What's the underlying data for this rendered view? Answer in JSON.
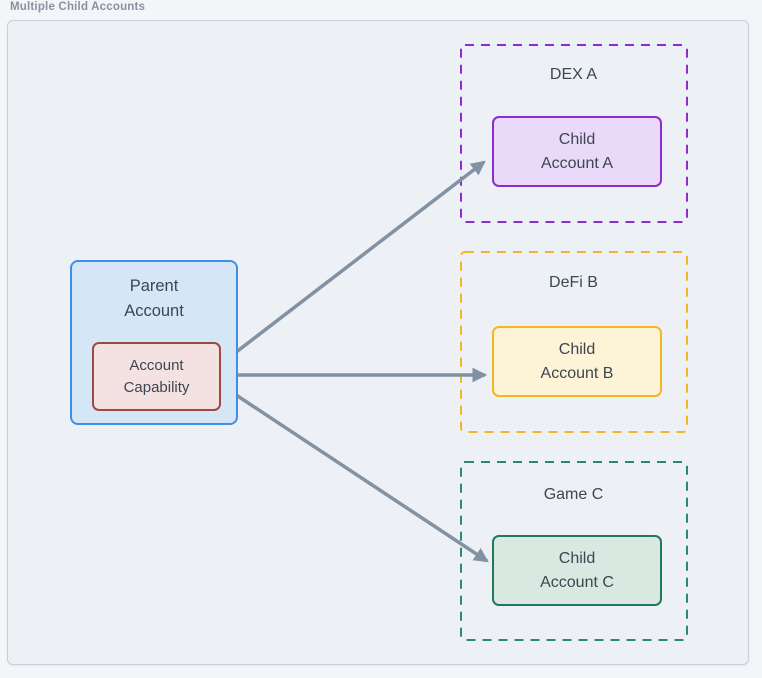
{
  "page_title": "Multiple Child Accounts",
  "parent_node": {
    "label_lines": [
      "Parent",
      "Account"
    ],
    "fill": "#d5e6f7",
    "border": "#3f8fe8",
    "capability": {
      "label_lines": [
        "Account",
        "Capability"
      ],
      "fill": "#f4e1e1",
      "border": "#9b4a46"
    }
  },
  "child_groups": [
    {
      "title": "DEX A",
      "child_label_lines": [
        "Child",
        "Account A"
      ],
      "accent": "#8d2bd6",
      "child_fill": "#ead9f8",
      "child_border": "#8d2bd6"
    },
    {
      "title": "DeFi B",
      "child_label_lines": [
        "Child",
        "Account B"
      ],
      "accent": "#f2b824",
      "child_fill": "#fdf3d6",
      "child_border": "#f2b824"
    },
    {
      "title": "Game C",
      "child_label_lines": [
        "Child",
        "Account C"
      ],
      "accent": "#2a8a6d",
      "child_fill": "#d9e8e0",
      "child_border": "#20795c"
    }
  ],
  "arrows": {
    "color": "#8292a2"
  }
}
